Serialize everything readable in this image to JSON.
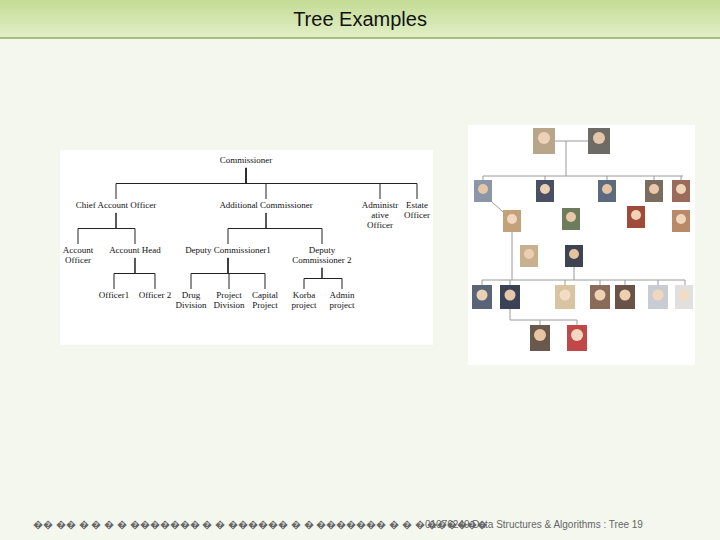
{
  "diagram": {
    "title": "Tree Examples",
    "nodes": [
      {
        "text": [
          "Commissioner"
        ]
      },
      {
        "text": [
          "Chief Account Officer"
        ]
      },
      {
        "text": [
          "Additional Commissioner"
        ]
      },
      {
        "text": [
          "Administrative Officer"
        ]
      },
      {
        "text": [
          "Estate Officer"
        ]
      },
      {
        "text": [
          "Account Officer"
        ]
      },
      {
        "text": [
          "Account Head"
        ]
      },
      {
        "text": [
          "Deputy Commissioner1"
        ]
      },
      {
        "text": [
          "Deputy Commissioner 2"
        ]
      },
      {
        "text": [
          "Officer1"
        ]
      },
      {
        "text": [
          "Officer 2"
        ]
      },
      {
        "text": [
          "Drug Division"
        ]
      },
      {
        "text": [
          "Project Division"
        ]
      },
      {
        "text": [
          "Capital Project"
        ]
      },
      {
        "text": [
          "Korba project"
        ]
      },
      {
        "text": [
          "Admin project"
        ]
      }
    ],
    "edges": [
      {
        "from": 0,
        "to": 1,
        "arrow": "none"
      },
      {
        "from": 0,
        "to": 2,
        "arrow": "none"
      },
      {
        "from": 0,
        "to": 3,
        "arrow": "none"
      },
      {
        "from": 0,
        "to": 4,
        "arrow": "none"
      },
      {
        "from": 1,
        "to": 5,
        "arrow": "none"
      },
      {
        "from": 1,
        "to": 6,
        "arrow": "none"
      },
      {
        "from": 2,
        "to": 7,
        "arrow": "none"
      },
      {
        "from": 2,
        "to": 8,
        "arrow": "none"
      },
      {
        "from": 6,
        "to": 9,
        "arrow": "none"
      },
      {
        "from": 6,
        "to": 10,
        "arrow": "none"
      },
      {
        "from": 7,
        "to": 11,
        "arrow": "none"
      },
      {
        "from": 7,
        "to": 12,
        "arrow": "none"
      },
      {
        "from": 7,
        "to": 13,
        "arrow": "none"
      },
      {
        "from": 8,
        "to": 14,
        "arrow": "none"
      },
      {
        "from": 8,
        "to": 15,
        "arrow": "none"
      }
    ],
    "labels": [
      "�� �� � � � � ������� � � ������ � � ������� � � � ������",
      "01076249 Data Structures & Algorithms : Tree 19"
    ]
  }
}
